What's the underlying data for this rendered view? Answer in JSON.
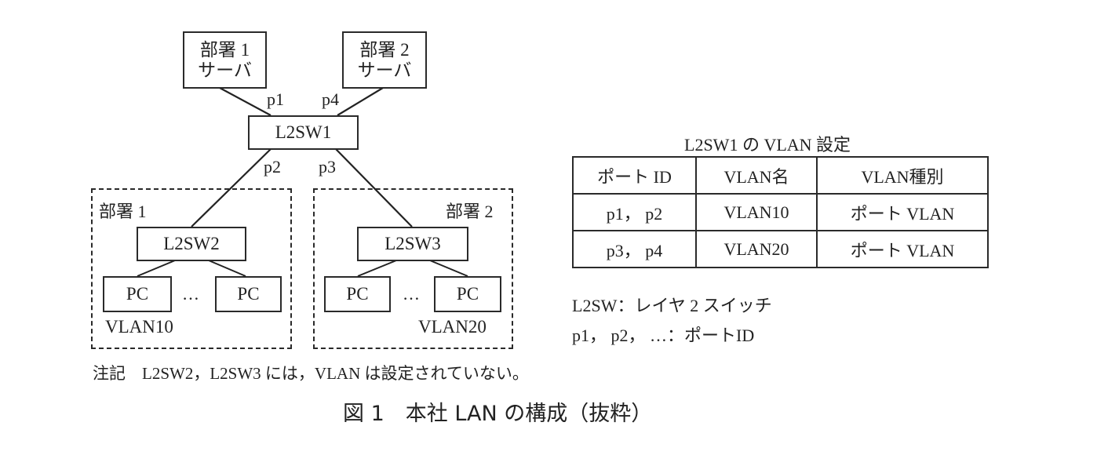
{
  "diagram": {
    "servers": [
      {
        "line1": "部署 1",
        "line2": "サーバ"
      },
      {
        "line1": "部署 2",
        "line2": "サーバ"
      }
    ],
    "core_switch": "L2SW1",
    "ports": {
      "p1": "p1",
      "p2": "p2",
      "p3": "p3",
      "p4": "p4"
    },
    "departments": [
      {
        "label": "部署 1",
        "switch": "L2SW2",
        "pc_left": "PC",
        "pc_right": "PC",
        "ellipsis": "…",
        "vlan": "VLAN10"
      },
      {
        "label": "部署 2",
        "switch": "L2SW3",
        "pc_left": "PC",
        "pc_right": "PC",
        "ellipsis": "…",
        "vlan": "VLAN20"
      }
    ]
  },
  "vlan_table": {
    "title": "L2SW1 の VLAN 設定",
    "headers": [
      "ポート ID",
      "VLAN名",
      "VLAN種別"
    ],
    "rows": [
      [
        "p1， p2",
        "VLAN10",
        "ポート VLAN"
      ],
      [
        "p3， p4",
        "VLAN20",
        "ポート VLAN"
      ]
    ]
  },
  "legend": {
    "line1": "L2SW：レイヤ 2 スイッチ",
    "line2": "p1， p2， …：ポートID"
  },
  "note": "注記　L2SW2，L2SW3 には，VLAN は設定されていない。",
  "caption": "図 1　本社 LAN の構成（抜粋）"
}
